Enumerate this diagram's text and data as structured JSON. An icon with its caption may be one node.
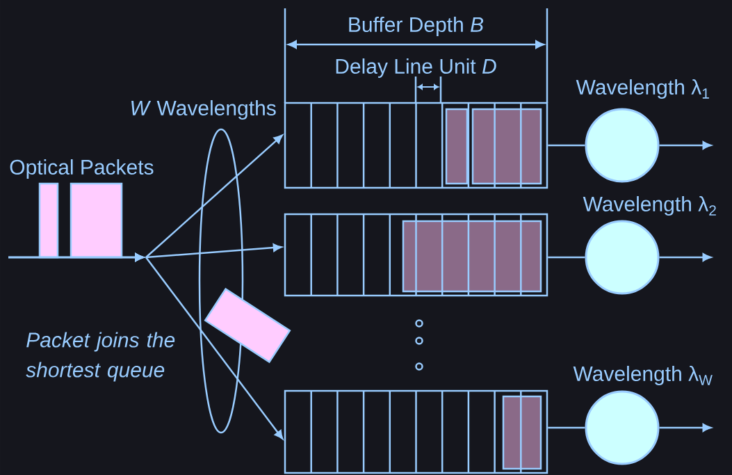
{
  "diagram": {
    "nodes": [
      {
        "text": [],
        "shape": "box"
      },
      {
        "text": [],
        "shape": "box"
      },
      {
        "text": [],
        "shape": "ellipse",
        "beside": [
          "*W* Wavelengths"
        ]
      },
      {
        "text": [],
        "shape": "box"
      },
      {
        "text": [],
        "shape": "box"
      },
      {
        "text": [],
        "shape": "box",
        "in": 4
      },
      {
        "text": [],
        "shape": "box",
        "in": 4
      },
      {
        "text": [],
        "shape": "circle",
        "beside": [
          "Wavelength λ$_{1}$"
        ]
      },
      {
        "text": [],
        "shape": "box"
      },
      {
        "text": [],
        "shape": "box",
        "in": 8
      },
      {
        "text": [],
        "shape": "circle",
        "beside": [
          "Wavelength λ$_{2}$"
        ]
      },
      {
        "text": [],
        "shape": "box"
      },
      {
        "text": [],
        "shape": "box",
        "in": 11
      },
      {
        "text": [],
        "shape": "circle",
        "beside": [
          "Wavelength λ$_{W}$"
        ]
      }
    ],
    "edges": [
      {
        "from": null,
        "to": 4,
        "arrow": "to"
      },
      {
        "from": null,
        "to": 8,
        "arrow": "to"
      },
      {
        "from": null,
        "to": 11,
        "arrow": "to"
      },
      {
        "from": 4,
        "to": 7,
        "arrow": "none"
      },
      {
        "from": 8,
        "to": 10,
        "arrow": "none"
      },
      {
        "from": 11,
        "to": 13,
        "arrow": "none"
      },
      {
        "from": 7,
        "to": null,
        "arrow": "to"
      },
      {
        "from": 10,
        "to": null,
        "arrow": "to"
      },
      {
        "from": 13,
        "to": null,
        "arrow": "to"
      }
    ],
    "labels": [
      "Buffer Depth *B*",
      "Delay Line Unit *D*",
      "Optical Packets",
      "Packet joins the shortest queue"
    ]
  }
}
